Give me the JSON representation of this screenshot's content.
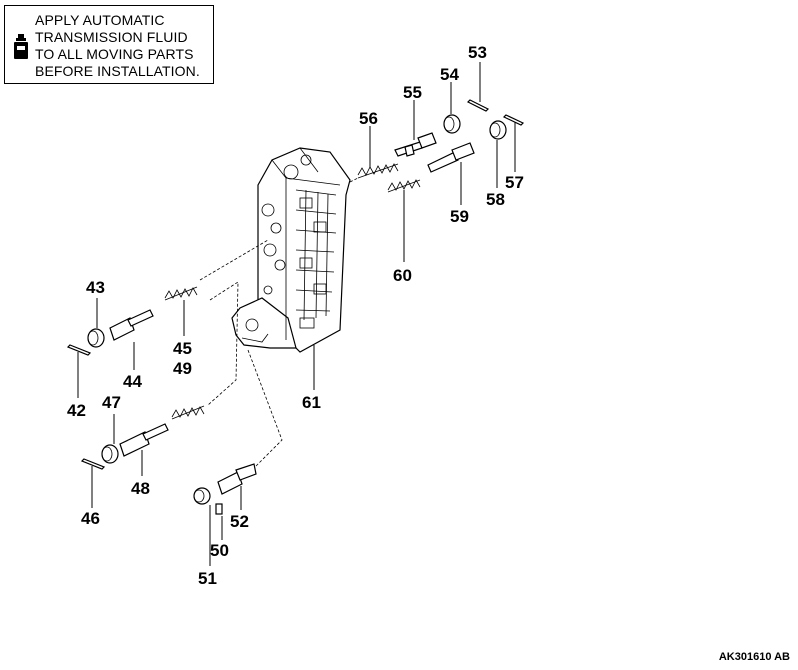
{
  "note": {
    "lines": [
      "APPLY AUTOMATIC",
      "TRANSMISSION FLUID",
      "TO ALL MOVING PARTS",
      "BEFORE INSTALLATION."
    ],
    "icon": "fluid-bottle-icon"
  },
  "callouts": {
    "c42": "42",
    "c43": "43",
    "c44": "44",
    "c45": "45",
    "c46": "46",
    "c47": "47",
    "c48": "48",
    "c49": "49",
    "c50": "50",
    "c51": "51",
    "c52": "52",
    "c53": "53",
    "c54": "54",
    "c55": "55",
    "c56": "56",
    "c57": "57",
    "c58": "58",
    "c59": "59",
    "c60": "60",
    "c61": "61"
  },
  "figure_id": "AK301610 AB"
}
